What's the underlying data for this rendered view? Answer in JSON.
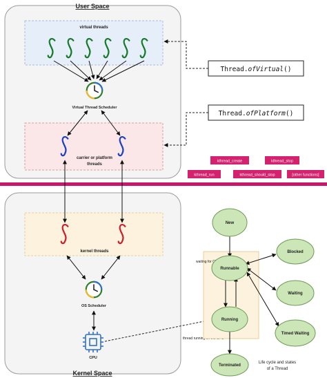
{
  "user_space": {
    "title": "User Space",
    "virtual_threads_label": "virtual threads",
    "virtual_thread_scheduler_label": "Virtual Thread Scheduler",
    "carrier_threads_label_line1": "carrier or platform",
    "carrier_threads_label_line2": "threads"
  },
  "kernel_space": {
    "title": "Kernel Space",
    "kernel_threads_label": "kernel threads",
    "os_scheduler_label": "OS Scheduler",
    "cpu_label": "CPU",
    "cpu_note": "thread running on the CPU"
  },
  "api_boxes": {
    "of_virtual": {
      "prefix": "Thread.",
      "method": "ofVirtual",
      "suffix": "()"
    },
    "of_platform": {
      "prefix": "Thread.",
      "method": "ofPlatform",
      "suffix": "()"
    }
  },
  "kthread_functions": [
    "kthread_create",
    "kthread_stop",
    "kthread_run",
    "kthread_should_stop",
    "[other functions]"
  ],
  "lifecycle": {
    "waiting_note": "waiting for CPU",
    "states": {
      "new": "New",
      "runnable": "Runnable",
      "running": "Running",
      "terminated": "Terminated",
      "blocked": "Blocked",
      "waiting": "Waiting",
      "timed_waiting": "Timed Waiting"
    },
    "caption_line1": "Life cycle and states",
    "caption_line2": "of a Thread"
  },
  "colors": {
    "panel_bg": "#f4f4f4",
    "virtual_box": "#e6eef9",
    "carrier_box": "#fbe7e8",
    "kernel_box": "#fdf2de",
    "divider": "#c9176b",
    "green_thread": "#157a2a",
    "blue_thread": "#1d3fc4",
    "red_thread": "#cc1f2a",
    "state_fill": "#cce6b8",
    "state_stroke": "#6b9a55",
    "tag_fill": "#d4226f"
  },
  "icons": [
    "clock-icon",
    "cpu-chip-icon",
    "thread-squiggle-icon"
  ]
}
